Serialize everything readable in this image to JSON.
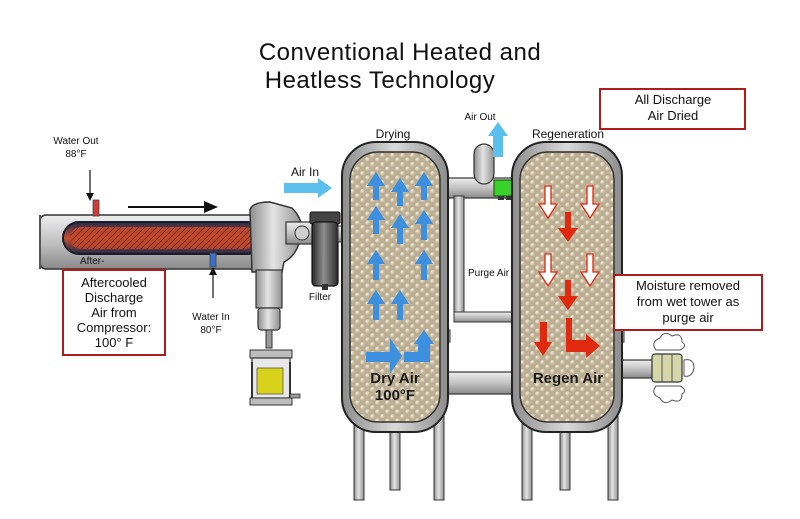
{
  "title": {
    "line1": "Conventional Heated and",
    "line2": "Heatless Technology"
  },
  "callouts": {
    "all_discharge": [
      "All Discharge",
      "Air Dried"
    ],
    "moisture": [
      "Moisture removed",
      "from wet tower as",
      "purge air"
    ],
    "aftercooled": [
      "Aftercooled",
      "Discharge",
      "Air from",
      "Compressor:",
      "100° F"
    ]
  },
  "labels": {
    "water_out": [
      "Water Out",
      "88°F"
    ],
    "water_in": [
      "Water In",
      "80°F"
    ],
    "after": "After-",
    "air_in": "Air In",
    "air_out": "Air Out",
    "filter": "Filter",
    "purge_air": "Purge Air",
    "drying": "Drying",
    "regeneration": "Regeneration",
    "dry_air": [
      "Dry Air",
      "100°F"
    ],
    "regen_air": "Regen Air"
  },
  "colors": {
    "callout_border": "#b01c1c",
    "dry_flow_arrow": "#3d8fe0",
    "regen_flow_arrow": "#e02a10",
    "air_arrow": "#5cc0ee",
    "water_out_pipe": "#d23a3a",
    "water_in_pipe": "#3a6fd2",
    "purge_valve": "#3ad12a",
    "metal": "#b9b9b9",
    "desiccant": "#cfc4ae",
    "heater_core": "#c6452c"
  }
}
